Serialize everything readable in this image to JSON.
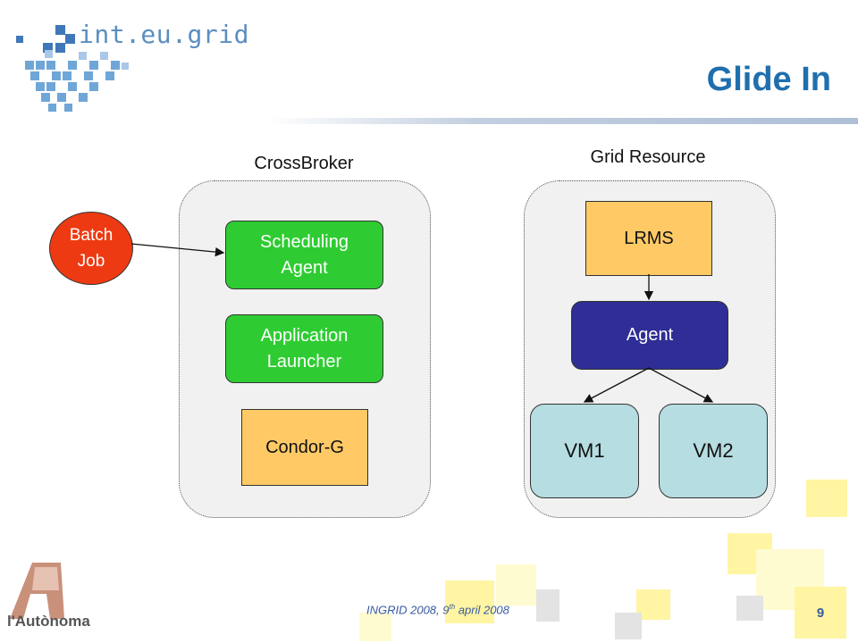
{
  "header": {
    "logo_text": "int.eu.grid",
    "title": "Glide In"
  },
  "crossbroker": {
    "label": "CrossBroker",
    "scheduling_agent": "Scheduling\nAgent",
    "application_launcher": "Application\nLauncher",
    "condor_g": "Condor-G"
  },
  "batch_job": {
    "label": "Batch\nJob"
  },
  "grid_resource": {
    "label": "Grid Resource",
    "lrms": "LRMS",
    "agent": "Agent",
    "vm1": "VM1",
    "vm2": "VM2"
  },
  "footer": {
    "text_prefix": "INGRID 2008, 9",
    "text_sup": "th",
    "text_suffix": " april 2008",
    "page_number": "9",
    "university_logo_text": "l'Autònoma"
  },
  "colors": {
    "title": "#1f6fae",
    "green_box": "#2ecc32",
    "orange_box": "#ffca66",
    "navy_box": "#2e2e96",
    "vm_box": "#b6dde1",
    "batch_job_circle": "#ee3a12",
    "container_fill": "#f1f1f1",
    "decor_yellow": "#fff5a3"
  },
  "icons": {
    "project_logo": "pixel-grid-logo",
    "university_logo": "letter-a-logo"
  }
}
